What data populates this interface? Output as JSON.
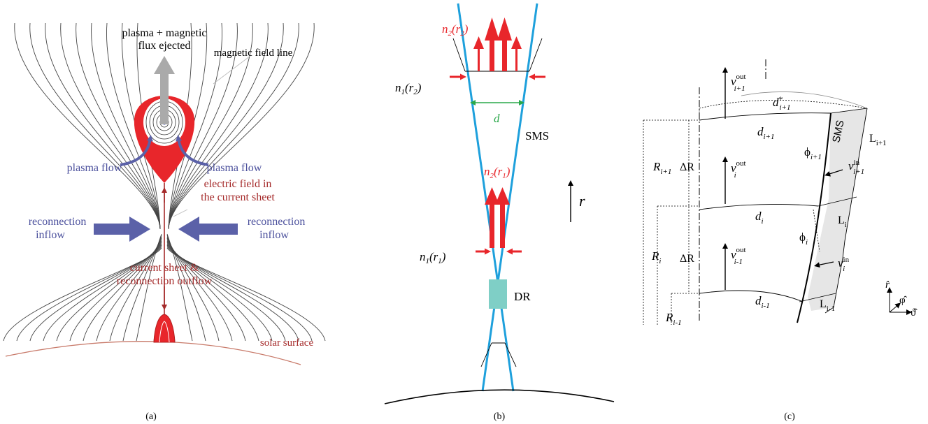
{
  "panel_a": {
    "caption": "(a)",
    "label_ejected_1": "plasma + magnetic",
    "label_ejected_2": "flux ejected",
    "label_field_line": "magnetic field line",
    "label_plasma_flow_left": "plasma flow",
    "label_plasma_flow_right": "plasma flow",
    "label_efield_1": "electric field  in",
    "label_efield_2": "the current sheet",
    "label_inflow_left_1": "reconnection",
    "label_inflow_left_2": "inflow",
    "label_inflow_right_1": "reconnection",
    "label_inflow_right_2": "inflow",
    "label_sheet_1": "current sheet &",
    "label_sheet_2": "reconnection outflow",
    "label_surface": "solar surface"
  },
  "panel_b": {
    "caption": "(b)",
    "n2_r2": "n2(r2)",
    "n1_r2": "n1(r2)",
    "d": "d",
    "sms": "SMS",
    "n2_r1": "n2(r1)",
    "r": "r",
    "n1_r1": "n1(r1)",
    "dr": "DR"
  },
  "panel_c": {
    "caption": "(c)",
    "v_out_top": "v",
    "v_out_top_sup": "out",
    "v_out_top_sub": "i+1",
    "d_star": "d*",
    "d_star_sub": "i+1",
    "sms": "SMS",
    "L_top": "L",
    "L_top_sub": "i+1",
    "d_top": "d",
    "d_top_sub": "i+1",
    "R_top": "R",
    "R_top_sub": "i+1",
    "dR_top": "ΔR",
    "phi_top": "ϕ",
    "phi_top_sub": "i+1",
    "v_in_top": "v",
    "v_in_top_sup": "in",
    "v_in_top_sub": "i+1",
    "v_out_mid": "v",
    "v_out_mid_sup": "out",
    "v_out_mid_sub": "i",
    "d_mid": "d",
    "d_mid_sub": "i",
    "L_mid": "L",
    "L_mid_sub": "i",
    "dR_mid": "ΔR",
    "R_mid": "R",
    "R_mid_sub": "i",
    "phi_mid": "ϕ",
    "phi_mid_sub": "i",
    "v_in_mid": "v",
    "v_in_mid_sup": "in",
    "v_in_mid_sub": "i",
    "v_out_bot": "v",
    "v_out_bot_sup": "out",
    "v_out_bot_sub": "i-1",
    "d_bot": "d",
    "d_bot_sub": "i-1",
    "L_bot": "L",
    "L_bot_sub": "i-1",
    "R_bot": "R",
    "R_bot_sub": "i-1",
    "unit_r": "r̂",
    "unit_phi": "φ̂",
    "unit_theta": "ϑ̂"
  },
  "colors": {
    "red": "#e8262b",
    "dark_red": "#a52a2a",
    "blue_arrow": "#5b61a8",
    "cyan_line": "#1ea0dc",
    "green": "#2aa84a",
    "teal_box": "#7fcfc6",
    "gray_fill": "#e6e6e6"
  }
}
